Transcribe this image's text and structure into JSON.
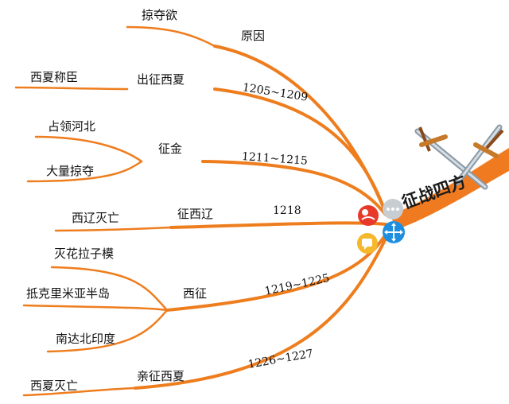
{
  "colors": {
    "branch": "#ee7d1e",
    "ribbon": "#f07a20"
  },
  "center_title": "征战四方",
  "branches": [
    {
      "name": "原因",
      "children": [
        "掠夺欲"
      ]
    },
    {
      "name": "出征西夏",
      "year": "1205~1209",
      "children": [
        "西夏称臣"
      ]
    },
    {
      "name": "征金",
      "year": "1211~1215",
      "children": [
        "占领河北",
        "大量掠夺"
      ]
    },
    {
      "name": "征西辽",
      "year": "1218",
      "children": [
        "西辽灭亡"
      ]
    },
    {
      "name": "西征",
      "year": "1219~1225",
      "children": [
        "灭花拉子模",
        "抵克里米亚半岛",
        "南达北印度"
      ]
    },
    {
      "name": "亲征西夏",
      "year": "1226~1227",
      "children": [
        "西夏灭亡"
      ]
    }
  ],
  "toolbar_icons": [
    "mindmap-icon",
    "more-icon",
    "move-icon",
    "comment-icon"
  ]
}
